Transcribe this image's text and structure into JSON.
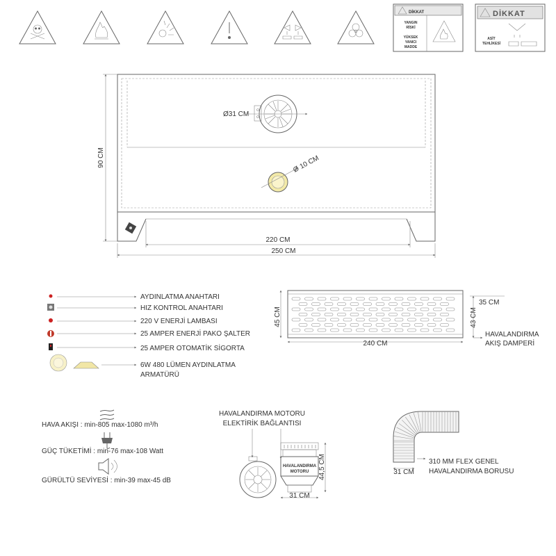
{
  "warning_icons": [
    {
      "icon": "skull-crossbones-icon"
    },
    {
      "icon": "flammable-icon"
    },
    {
      "icon": "explosive-icon"
    },
    {
      "icon": "exclamation-icon"
    },
    {
      "icon": "corrosive-icon"
    },
    {
      "icon": "biohazard-icon"
    }
  ],
  "sign_fire": {
    "header": "DİKKAT",
    "lines": [
      "YANGIN",
      "RİSKİ",
      "YÜKSEK",
      "YANICI",
      "MADDE"
    ]
  },
  "sign_acid": {
    "header": "DİKKAT",
    "lines": [
      "ASİT",
      "TEHLİKESİ"
    ]
  },
  "hood": {
    "fan_diameter": "Ø31 CM",
    "light_diameter": "Ø 10 CM",
    "height": "90 CM",
    "inner_width": "220 CM",
    "outer_width": "250 CM"
  },
  "legend": [
    {
      "icon": "lighting-switch-icon",
      "label": "AYDINLATMA ANAHTARI"
    },
    {
      "icon": "speed-control-switch-icon",
      "label": "HIZ KONTROL ANAHTARI"
    },
    {
      "icon": "power-lamp-icon",
      "label": "220 V ENERJİ LAMBASI"
    },
    {
      "icon": "pako-switch-icon",
      "label": "25 AMPER ENERJİ PAKO ŞALTER"
    },
    {
      "icon": "circuit-breaker-icon",
      "label": "25 AMPER OTOMATİK SİGORTA"
    },
    {
      "icon": "led-fixture-icon",
      "label_lines": [
        "6W 480 LÜMEN AYDINLATMA",
        "ARMATÜRÜ"
      ]
    }
  ],
  "damper": {
    "height_left": "45 CM",
    "width": "240 CM",
    "top_right": "35 CM",
    "height_right": "43 CM",
    "label_lines": [
      "HAVALANDIRMA",
      "AKIŞ DAMPERİ"
    ]
  },
  "specs": [
    {
      "icon": "airflow-icon",
      "text": "HAVA AKIŞI : min-805 max-1080 m³/h"
    },
    {
      "icon": "power-plug-icon",
      "text": "GÜÇ TÜKETİMİ : min-76 max-108 Watt"
    },
    {
      "icon": "speaker-icon",
      "text": "GÜRÜLTÜ SEVİYESİ : min-39 max-45 dB"
    }
  ],
  "motor": {
    "title_lines": [
      "HAVALANDIRMA MOTORU",
      "ELEKTİRİK BAĞLANTISI"
    ],
    "body_lines": [
      "HAVALANDIRMA",
      "MOTORU"
    ],
    "height": "44,5 CM",
    "width": "31 CM"
  },
  "flex_pipe": {
    "diameter": "31 CM",
    "label_lines": [
      "310 MM FLEX GENEL",
      "HAVALANDIRMA BORUSU"
    ]
  },
  "colors": {
    "line": "#666666",
    "red_dot": "#cc2222",
    "lamp_yellow": "#f3eaa8"
  }
}
